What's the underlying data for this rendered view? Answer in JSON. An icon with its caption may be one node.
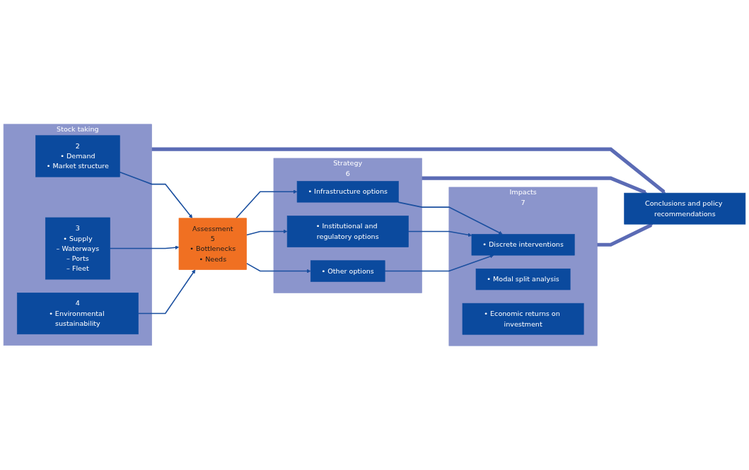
{
  "diagram": {
    "nodes": [
      {
        "text": [
          "Stock taking"
        ]
      },
      {
        "text": [
          "2",
          "• Demand",
          "• Market structure"
        ],
        "in": 0
      },
      {
        "text": [
          "3",
          "• Supply",
          "– Waterways",
          "– Ports",
          "– Fleet"
        ],
        "in": 0
      },
      {
        "text": [
          "4",
          "• Environmental sustainability"
        ],
        "in": 0
      },
      {
        "text": [
          "Assessment",
          "5",
          "• Bottlenecks",
          "• Needs"
        ]
      },
      {
        "text": [
          "Strategy",
          "6"
        ]
      },
      {
        "text": [
          "• Infrastructure options"
        ],
        "in": 5
      },
      {
        "text": [
          "• Institutional and regulatory options"
        ],
        "in": 5
      },
      {
        "text": [
          "• Other options"
        ],
        "in": 5
      },
      {
        "text": [
          "Impacts",
          "7"
        ]
      },
      {
        "text": [
          "• Discrete interventions"
        ],
        "in": 9
      },
      {
        "text": [
          "• Modal split analysis"
        ],
        "in": 9
      },
      {
        "text": [
          "• Economic returns on investment"
        ],
        "in": 9
      },
      {
        "text": [
          "Conclusions and policy recommendations"
        ]
      }
    ],
    "edges": [
      {
        "from": 1,
        "to": 4,
        "arrow": "to"
      },
      {
        "from": 2,
        "to": 4,
        "arrow": "to"
      },
      {
        "from": 3,
        "to": 4,
        "arrow": "to"
      },
      {
        "from": 4,
        "to": 6,
        "arrow": "to"
      },
      {
        "from": 4,
        "to": 7,
        "arrow": "to"
      },
      {
        "from": 4,
        "to": 8,
        "arrow": "to"
      },
      {
        "from": 6,
        "to": 10,
        "arrow": "to"
      },
      {
        "from": 7,
        "to": 10,
        "arrow": "to"
      },
      {
        "from": 8,
        "to": 10,
        "arrow": "to"
      },
      {
        "from": 0,
        "to": 13,
        "arrow": "to",
        "style": "thick",
        "color": "#5b6bb5"
      },
      {
        "from": 5,
        "to": 13,
        "arrow": "to",
        "style": "thick",
        "color": "#5b6bb5"
      },
      {
        "from": 9,
        "to": 13,
        "arrow": "to",
        "style": "thick",
        "color": "#5b6bb5"
      }
    ]
  }
}
